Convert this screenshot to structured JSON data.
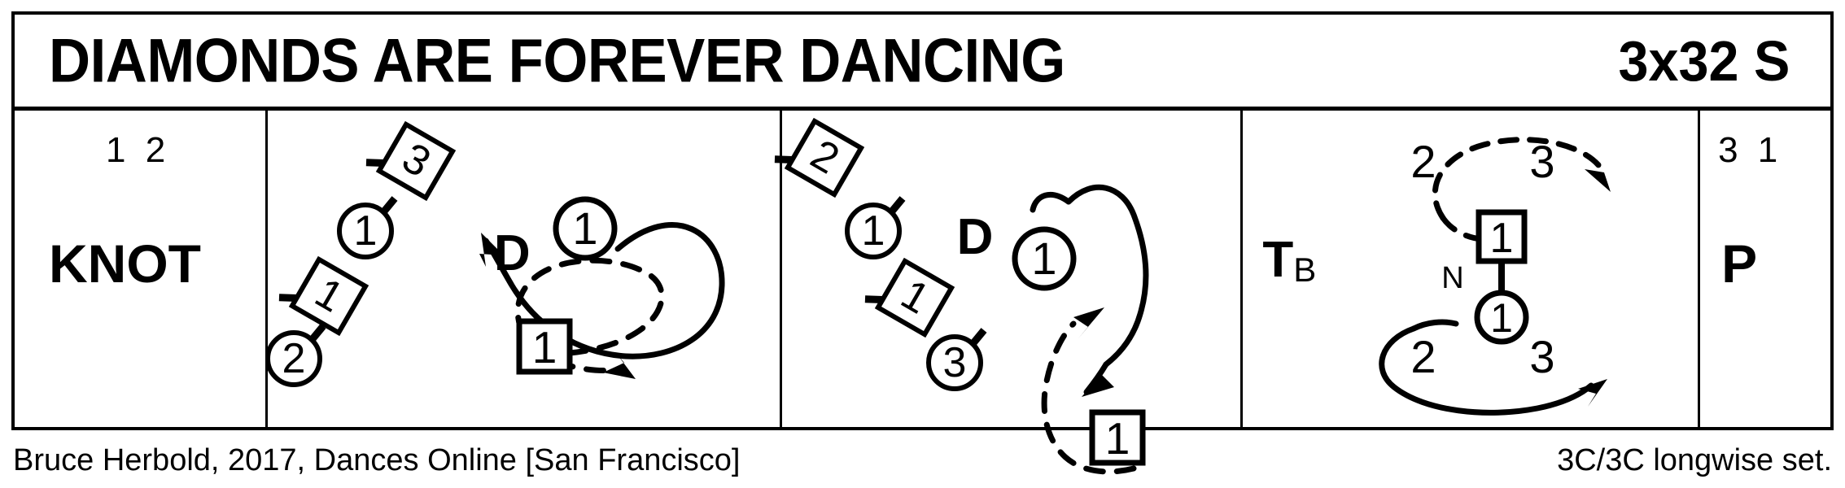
{
  "header": {
    "title": "DIAMONDS ARE FOREVER DANCING",
    "meta": "3x32 S"
  },
  "footer": {
    "credit": "Bruce Herbold, 2017, Dances Online [San Francisco]",
    "setting": "3C/3C longwise set."
  },
  "panels": [
    {
      "name": "start-positions",
      "places": "1 2",
      "figure": "KNOT"
    },
    {
      "name": "diamond-figure-first",
      "figure": "D",
      "dancers": [
        {
          "shape": "square",
          "label": "3"
        },
        {
          "shape": "circle",
          "label": "1"
        },
        {
          "shape": "square",
          "label": "1"
        },
        {
          "shape": "circle",
          "label": "2"
        }
      ],
      "track": {
        "circle_label": "1",
        "box_label": "1"
      }
    },
    {
      "name": "diamond-figure-second",
      "figure": "D",
      "dancers": [
        {
          "shape": "square",
          "label": "2"
        },
        {
          "shape": "circle",
          "label": "1"
        },
        {
          "shape": "square",
          "label": "1"
        },
        {
          "shape": "circle",
          "label": "3"
        }
      ],
      "track": {
        "circle_label": "1",
        "box_label": "1"
      }
    },
    {
      "name": "reel-figure",
      "figure": "T",
      "figure_sub": "B",
      "reel": {
        "top_left": "2",
        "top_right": "3",
        "bottom_left": "2",
        "bottom_right": "3",
        "box_label": "1",
        "circle_label": "1",
        "side_label": "N"
      }
    },
    {
      "name": "end-positions",
      "places": "3 1",
      "figure": "P"
    }
  ],
  "colors": {
    "ink": "#000000",
    "paper": "#ffffff"
  }
}
